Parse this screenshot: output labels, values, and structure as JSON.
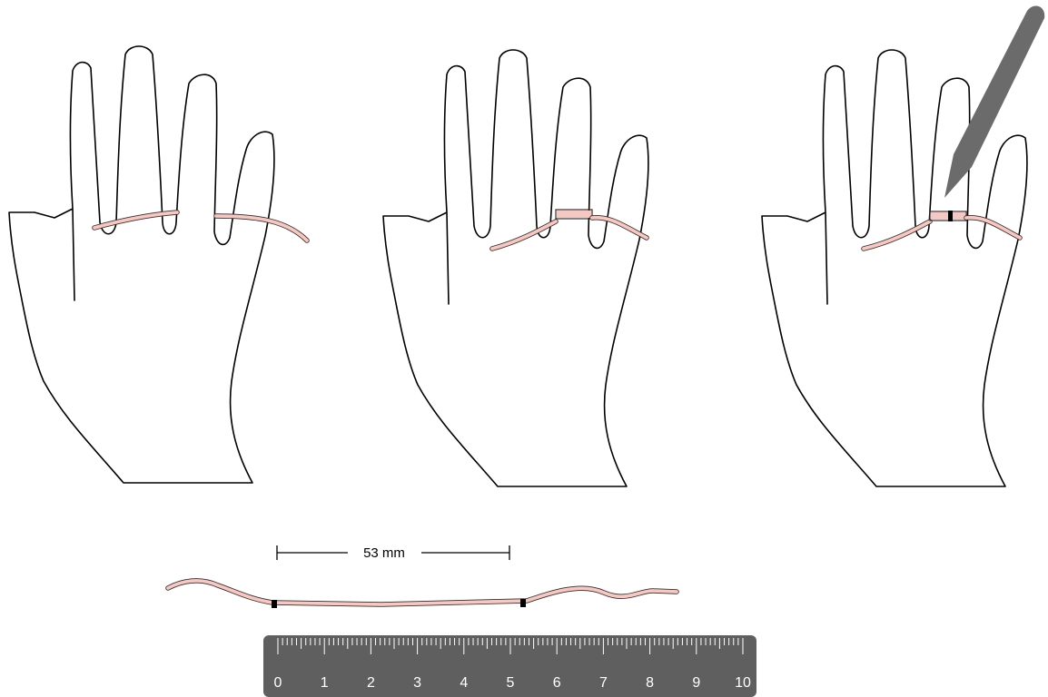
{
  "measurement": {
    "label": "53 mm"
  },
  "ruler": {
    "numbers": [
      "0",
      "1",
      "2",
      "3",
      "4",
      "5",
      "6",
      "7",
      "8",
      "9",
      "10"
    ]
  },
  "colors": {
    "string": "#f4c8c3",
    "pen": "#6b6b6b",
    "ruler": "#5f5f5f",
    "outline": "#000000"
  },
  "steps": [
    {
      "name": "wrap-string-around-finger"
    },
    {
      "name": "string-wrapped-on-ring-finger"
    },
    {
      "name": "mark-string-with-pen"
    }
  ],
  "icons": {
    "pen": "pen-icon",
    "ruler": "ruler-icon"
  }
}
